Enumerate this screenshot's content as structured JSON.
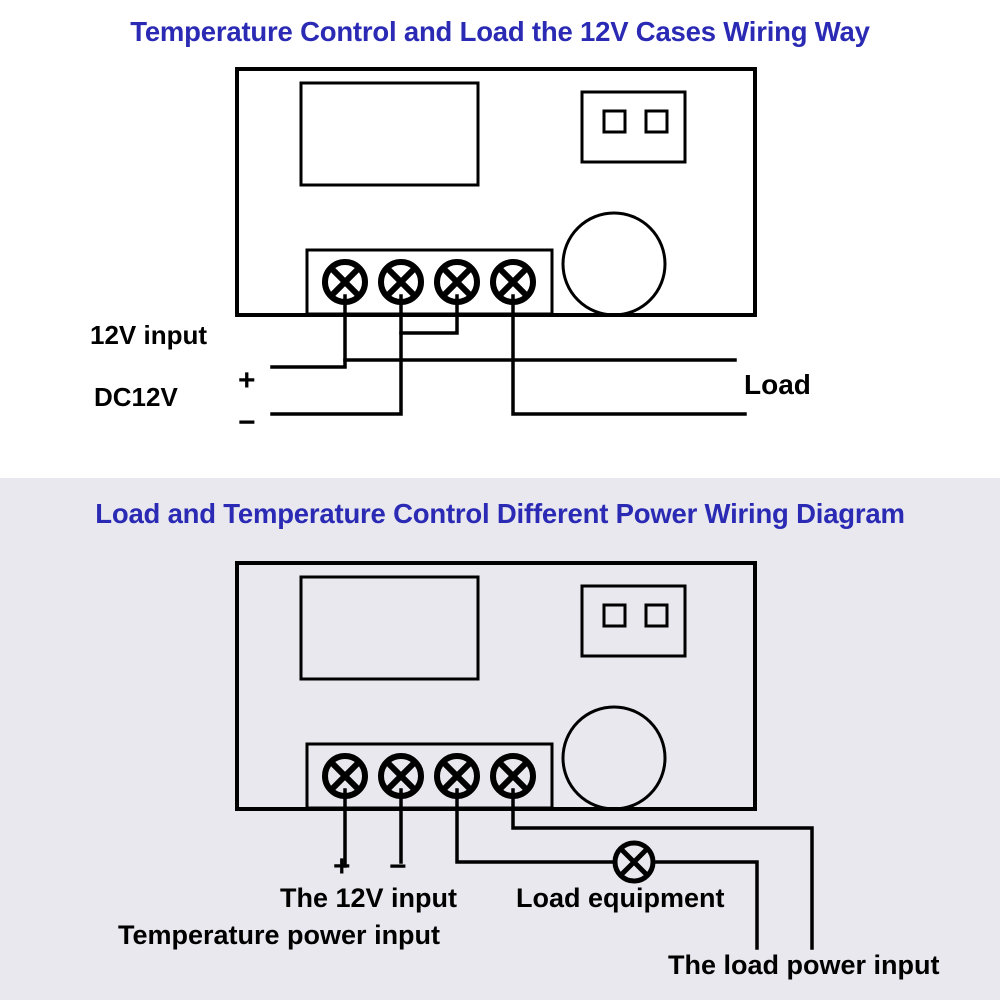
{
  "page": {
    "background_top": "#ffffff",
    "background_bottom": "#e8e8ee",
    "line_color": "#000000",
    "title_color": "#2a2ab4"
  },
  "diagram_top": {
    "title": "Temperature Control and Load the 12V Cases Wiring Way",
    "device": {
      "terminal_count": 4,
      "parts": [
        "display-screen",
        "two-pin-connector",
        "round-knob",
        "terminal-block"
      ]
    },
    "labels": {
      "input_label": "12V input",
      "supply_label": "DC12V",
      "plus": "+",
      "minus": "−",
      "load": "Load"
    }
  },
  "diagram_bottom": {
    "title": "Load and Temperature Control Different Power Wiring Diagram",
    "device": {
      "terminal_count": 4,
      "parts": [
        "display-screen",
        "two-pin-connector",
        "round-knob",
        "terminal-block"
      ]
    },
    "labels": {
      "plus": "+",
      "minus": "−",
      "twelve_v_input": "The 12V input",
      "temperature_power_input": "Temperature power input",
      "load_equipment": "Load equipment",
      "load_power_input": "The load power input"
    }
  }
}
